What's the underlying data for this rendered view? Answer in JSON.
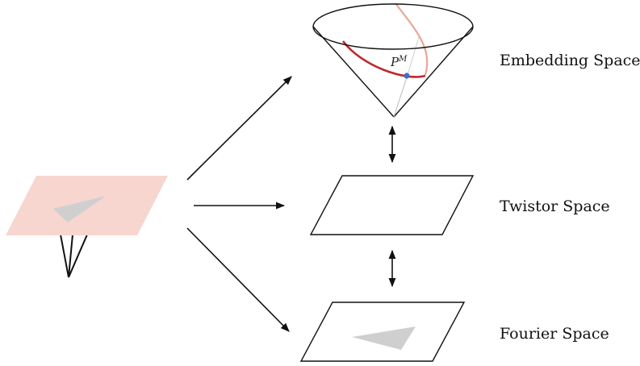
{
  "labels": {
    "embedding": "Embedding Space",
    "twistor": "Twistor Space",
    "fourier": "Fourier Space",
    "point_base": "P",
    "point_sup": "M"
  },
  "colors": {
    "source_plane_fill": "#f7d6cf",
    "triangle_fill": "#cfcfcf",
    "curve_dark": "#c0282c",
    "curve_light": "#eaa794",
    "point": "#3f6fc0",
    "stroke": "#111111"
  }
}
